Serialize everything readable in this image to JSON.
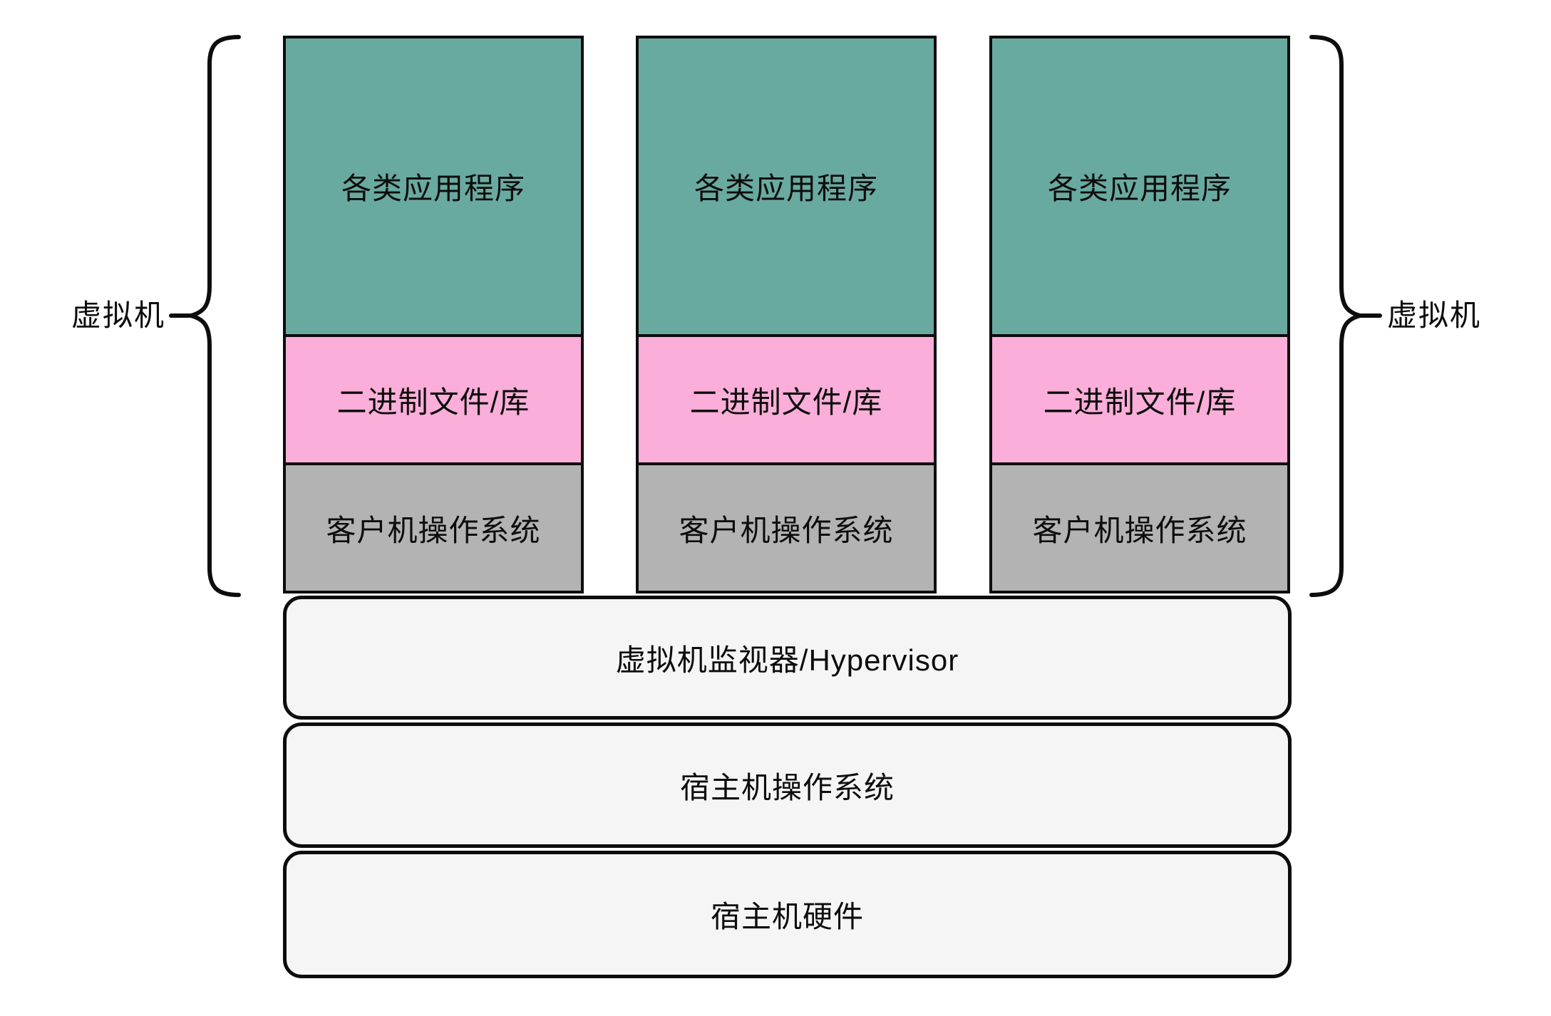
{
  "braces": {
    "left_label": "虚拟机",
    "right_label": "虚拟机"
  },
  "columns": [
    {
      "app": "各类应用程序",
      "binaries": "二进制文件/库",
      "guest_os": "客户机操作系统"
    },
    {
      "app": "各类应用程序",
      "binaries": "二进制文件/库",
      "guest_os": "客户机操作系统"
    },
    {
      "app": "各类应用程序",
      "binaries": "二进制文件/库",
      "guest_os": "客户机操作系统"
    }
  ],
  "layers": [
    {
      "label": "虚拟机监视器/Hypervisor"
    },
    {
      "label": "宿主机操作系统"
    },
    {
      "label": "宿主机硬件"
    }
  ],
  "colors": {
    "app_fill": "#69AAA0",
    "binaries_fill": "#FBAED9",
    "guest_os_fill": "#B3B3B3",
    "layer_fill": "#F5F5F5",
    "border": "#0D0D0D"
  }
}
